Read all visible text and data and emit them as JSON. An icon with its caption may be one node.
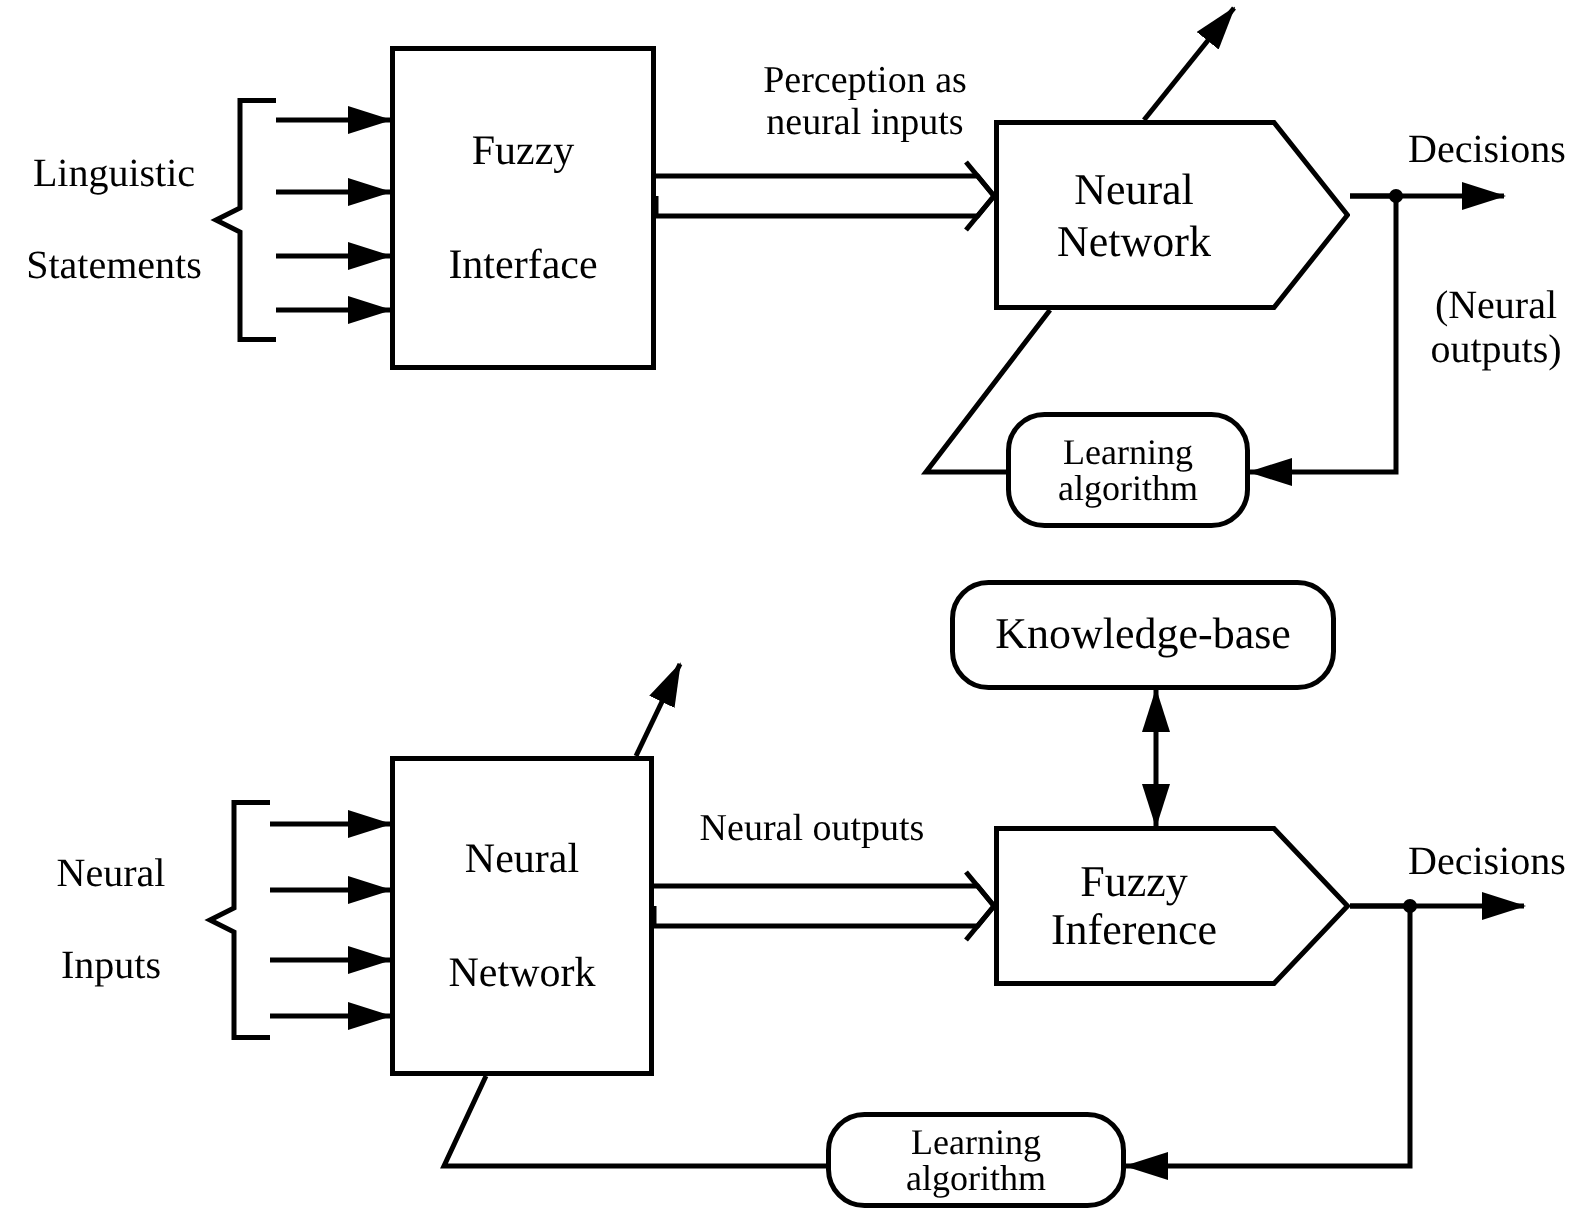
{
  "diagram": {
    "nodes": [
      {
        "text": [
          "Linguistic Statements"
        ]
      },
      {
        "text": [
          "Fuzzy Interface"
        ]
      },
      {
        "text": [
          "Neural Network"
        ]
      },
      {
        "text": [
          "Decisions"
        ],
        "beside": [
          "(Neural outputs)"
        ]
      },
      {
        "text": [
          "Learning algorithm"
        ]
      },
      {
        "text": [
          "Knowledge-base"
        ]
      },
      {
        "text": [
          "Neural Inputs"
        ]
      },
      {
        "text": [
          "Neural Network"
        ]
      },
      {
        "text": [
          "Fuzzy Inference"
        ]
      },
      {
        "text": [
          "Decisions"
        ]
      },
      {
        "text": [
          "Learning algorithm"
        ]
      }
    ],
    "edges": [
      {
        "from": 0,
        "to": 1,
        "arrow": "to"
      },
      {
        "from": 0,
        "to": 1,
        "arrow": "to"
      },
      {
        "from": 0,
        "to": 1,
        "arrow": "to"
      },
      {
        "from": 0,
        "to": 1,
        "arrow": "to"
      },
      {
        "from": 1,
        "to": 2,
        "arrow": "to",
        "label": "Perception as neural inputs"
      },
      {
        "from": 2,
        "to": null,
        "arrow": "to"
      },
      {
        "from": 2,
        "to": 3,
        "arrow": "to"
      },
      {
        "from": 2,
        "to": 4,
        "arrow": "to"
      },
      {
        "from": 4,
        "to": 2,
        "arrow": "none"
      },
      {
        "from": 6,
        "to": 7,
        "arrow": "to"
      },
      {
        "from": 6,
        "to": 7,
        "arrow": "to"
      },
      {
        "from": 6,
        "to": 7,
        "arrow": "to"
      },
      {
        "from": 6,
        "to": 7,
        "arrow": "to"
      },
      {
        "from": 7,
        "to": 8,
        "arrow": "to",
        "label": "Neural outputs"
      },
      {
        "from": 5,
        "to": 8,
        "arrow": "both"
      },
      {
        "from": 7,
        "to": null,
        "arrow": "to"
      },
      {
        "from": 8,
        "to": 9,
        "arrow": "to"
      },
      {
        "from": 8,
        "to": 10,
        "arrow": "to"
      },
      {
        "from": 10,
        "to": 7,
        "arrow": "none"
      }
    ]
  }
}
